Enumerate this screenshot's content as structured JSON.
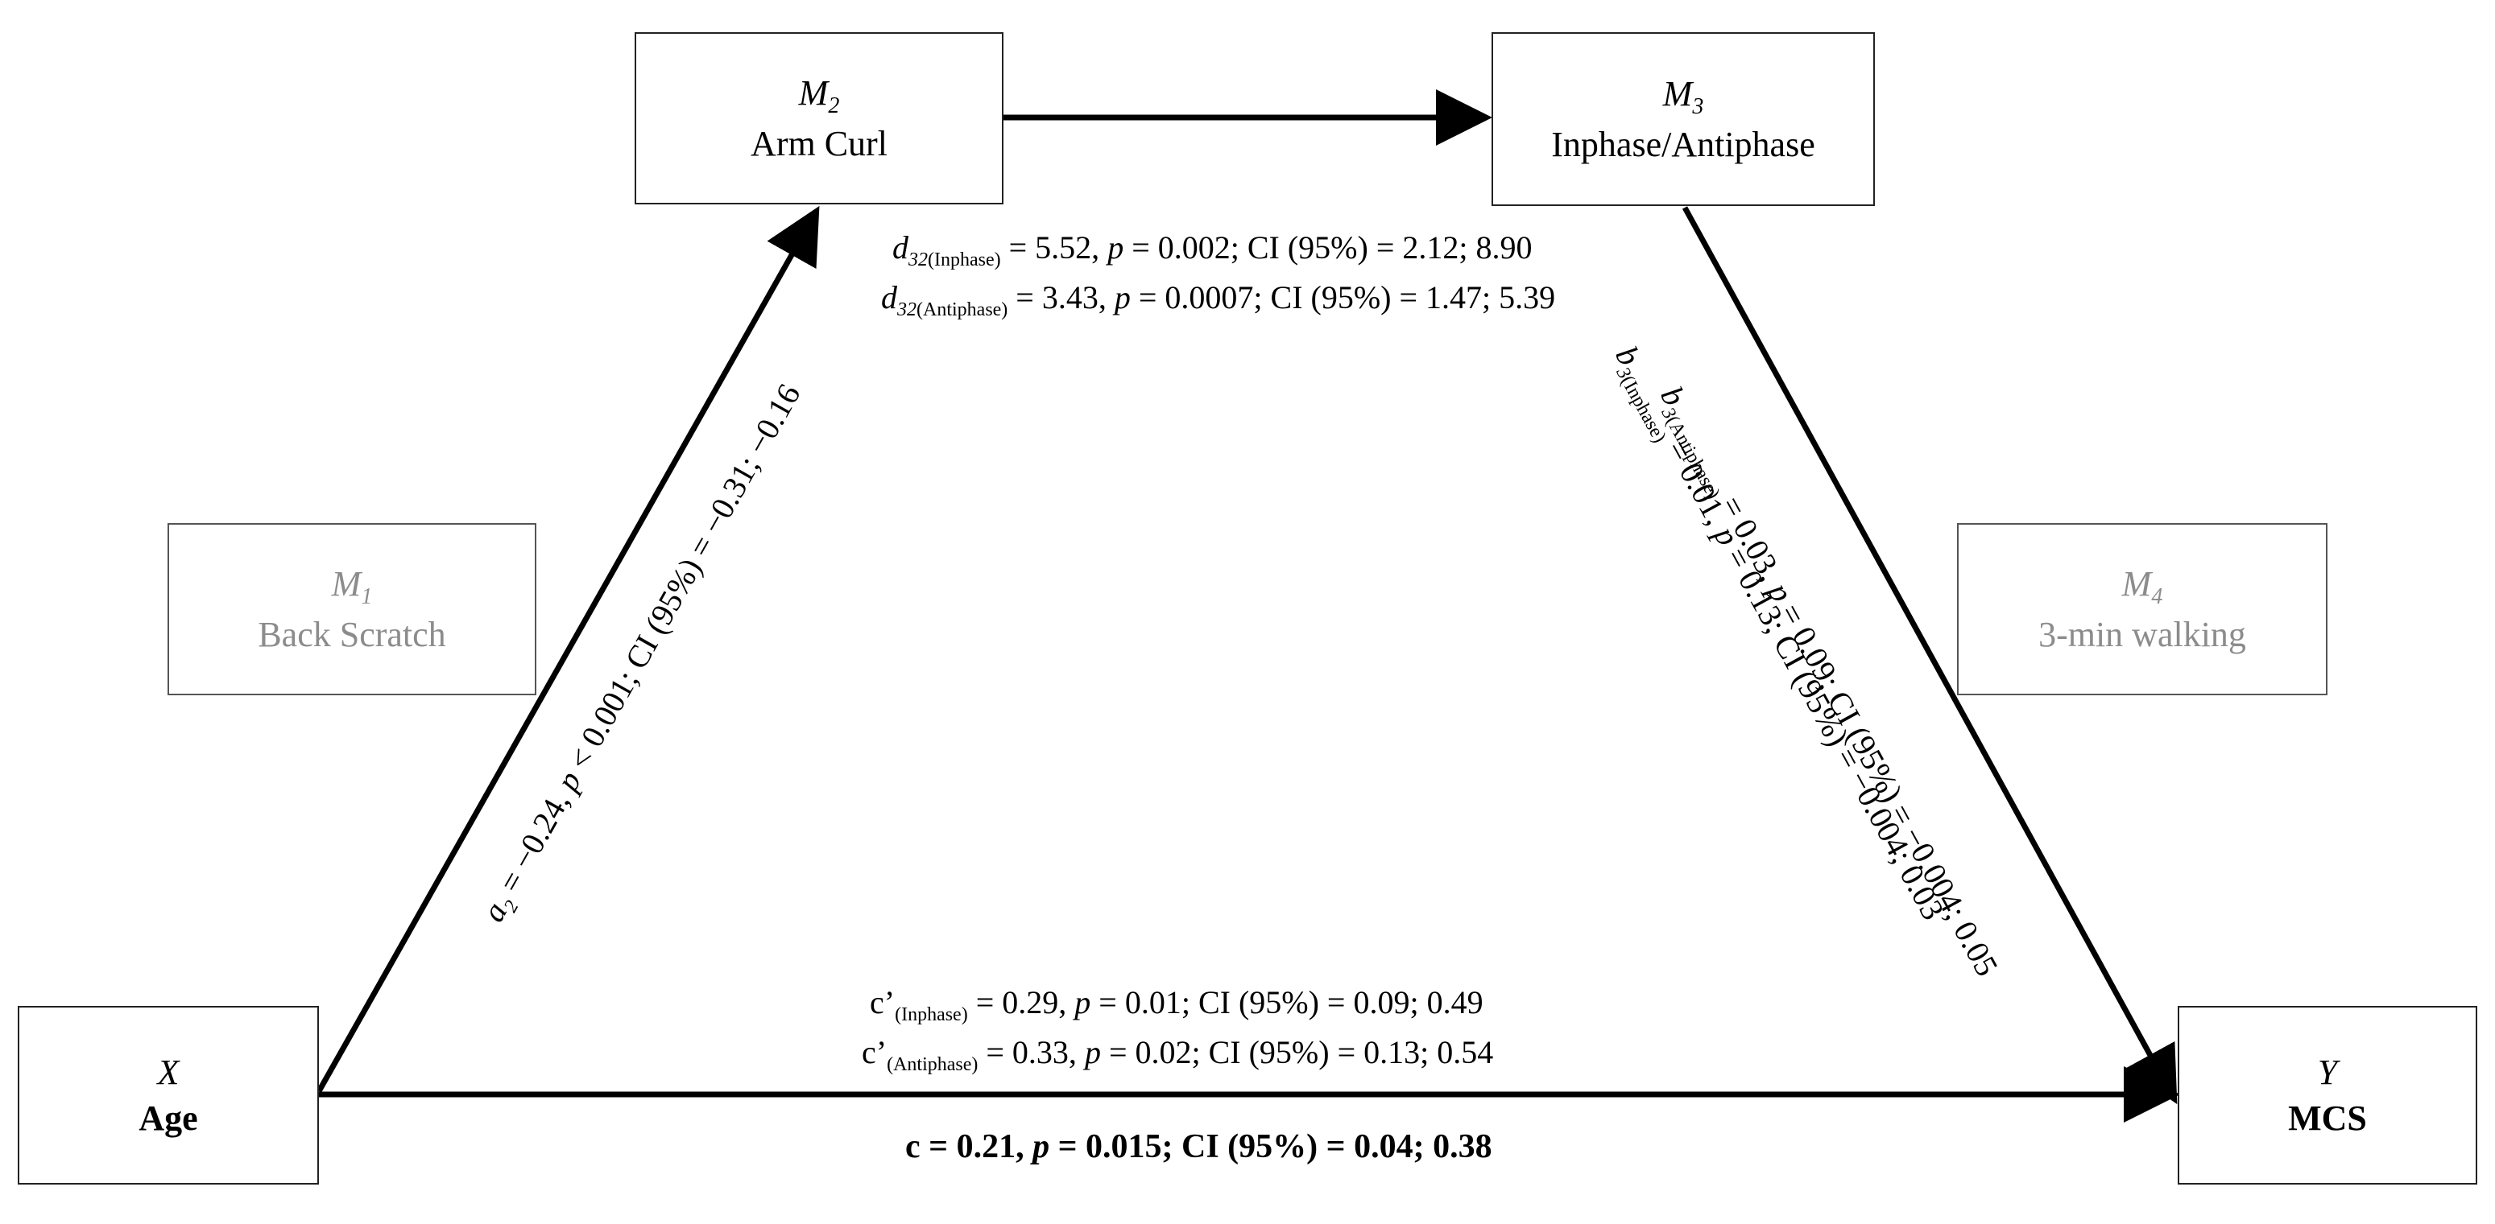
{
  "nodes": {
    "x": {
      "var": "X",
      "label": "Age"
    },
    "m1": {
      "var": "M",
      "sub": "1",
      "label": "Back Scratch"
    },
    "m2": {
      "var": "M",
      "sub": "2",
      "label": "Arm Curl"
    },
    "m3": {
      "var": "M",
      "sub": "3",
      "label": "Inphase/Antiphase"
    },
    "m4": {
      "var": "M",
      "sub": "4",
      "label": "3-min walking"
    },
    "y": {
      "var": "Y",
      "label": "MCS"
    }
  },
  "paths": {
    "a2": {
      "symbol": "a",
      "sub": "2",
      "text": " = −0.24, ",
      "p_sym": "p",
      "p_text": " < 0.001; CI (95%) = −0.31; −0.16"
    },
    "d32_inphase": {
      "symbol": "d",
      "sub": "32",
      "qual": "(Inphase)",
      "text": " = 5.52, ",
      "p_sym": "p",
      "p_text": " = 0.002; CI (95%) = 2.12; 8.90"
    },
    "d32_antiphase": {
      "symbol": "d",
      "sub": "32",
      "qual": "(Antiphase)",
      "text": " = 3.43, ",
      "p_sym": "p",
      "p_text": " = 0.0007; CI (95%) = 1.47; 5.39"
    },
    "b3_inphase": {
      "symbol": "b",
      "sub": "3",
      "qual": "(Inphase)",
      "text": " = 0.01, ",
      "p_sym": "p",
      "p_text": " = 0.13; CI (95%) = −0.004; 0.03"
    },
    "b3_antiphase": {
      "symbol": "b",
      "sub": "3",
      "qual": "(Antiphase)",
      "text": " = 0.03, ",
      "p_sym": "p",
      "p_text": " = 0.09; CI (95%) = −0.004; 0.05"
    },
    "cprime_inphase": {
      "symbol": "c’",
      "qual": "(Inphase)",
      "text": " = 0.29, ",
      "p_sym": "p",
      "p_text": " = 0.01; CI (95%) = 0.09; 0.49"
    },
    "cprime_antiphase": {
      "symbol": "c’",
      "qual": "(Antiphase)",
      "text": " = 0.33, ",
      "p_sym": "p",
      "p_text": " = 0.02; CI (95%) = 0.13; 0.54"
    },
    "c_total": {
      "text": "c = 0.21, ",
      "p_sym": "p",
      "p_text": " = 0.015; CI (95%) = 0.04; 0.38"
    }
  }
}
